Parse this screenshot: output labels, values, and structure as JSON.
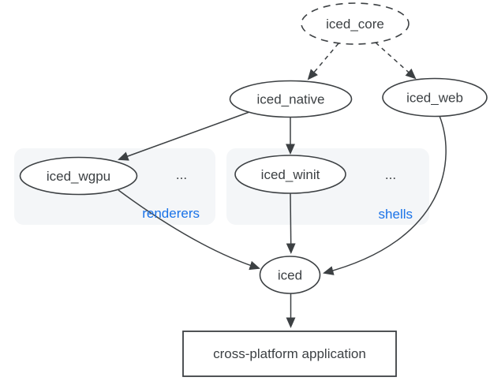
{
  "colors": {
    "background": "#ffffff",
    "stroke": "#3c4043",
    "node_text": "#3c4043",
    "group_label_blue": "#1a73e8",
    "group_fill": "#f4f6f8",
    "node_fill": "#ffffff"
  },
  "nodes": {
    "iced_core": {
      "label": "iced_core",
      "shape": "ellipse",
      "border": "dashed"
    },
    "iced_native": {
      "label": "iced_native",
      "shape": "ellipse",
      "border": "solid"
    },
    "iced_web": {
      "label": "iced_web",
      "shape": "ellipse",
      "border": "solid"
    },
    "iced_wgpu": {
      "label": "iced_wgpu",
      "shape": "ellipse",
      "border": "solid"
    },
    "iced_winit": {
      "label": "iced_winit",
      "shape": "ellipse",
      "border": "solid"
    },
    "iced": {
      "label": "iced",
      "shape": "ellipse",
      "border": "solid"
    },
    "application": {
      "label": "cross-platform application",
      "shape": "rectangle",
      "border": "solid"
    }
  },
  "groups": {
    "renderers": {
      "label": "renderers",
      "more_indicator": "...",
      "members": [
        "iced_wgpu"
      ]
    },
    "shells": {
      "label": "shells",
      "more_indicator": "...",
      "members": [
        "iced_winit"
      ]
    }
  },
  "edges": [
    {
      "from": "iced_core",
      "to": "iced_native",
      "style": "dashed"
    },
    {
      "from": "iced_core",
      "to": "iced_web",
      "style": "dashed"
    },
    {
      "from": "iced_native",
      "to": "iced_wgpu",
      "style": "solid"
    },
    {
      "from": "iced_native",
      "to": "iced_winit",
      "style": "solid"
    },
    {
      "from": "iced_wgpu",
      "to": "iced",
      "style": "solid"
    },
    {
      "from": "iced_winit",
      "to": "iced",
      "style": "solid"
    },
    {
      "from": "iced_web",
      "to": "iced",
      "style": "solid"
    },
    {
      "from": "iced",
      "to": "application",
      "style": "solid"
    }
  ]
}
